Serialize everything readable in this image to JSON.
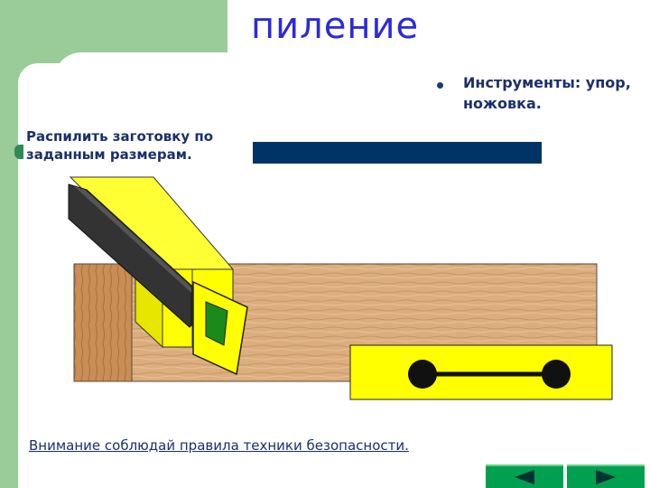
{
  "slide": {
    "title": "пиление",
    "tools_text": "Инструменты: упор, ножовка.",
    "task_text": "Распилить заготовку по заданным размерам.",
    "warning_link": "Внимание соблюдай правила техники безопасности."
  },
  "nav": {
    "prev_icon": "triangle-left-icon",
    "next_icon": "triangle-right-icon"
  },
  "colors": {
    "green_band": "#99cc99",
    "title": "#2b2bd6",
    "text": "#1a2f6b",
    "bar": "#003366",
    "wood": "#d9a877",
    "yellow": "#ffff00",
    "nav_green": "#00a050"
  }
}
